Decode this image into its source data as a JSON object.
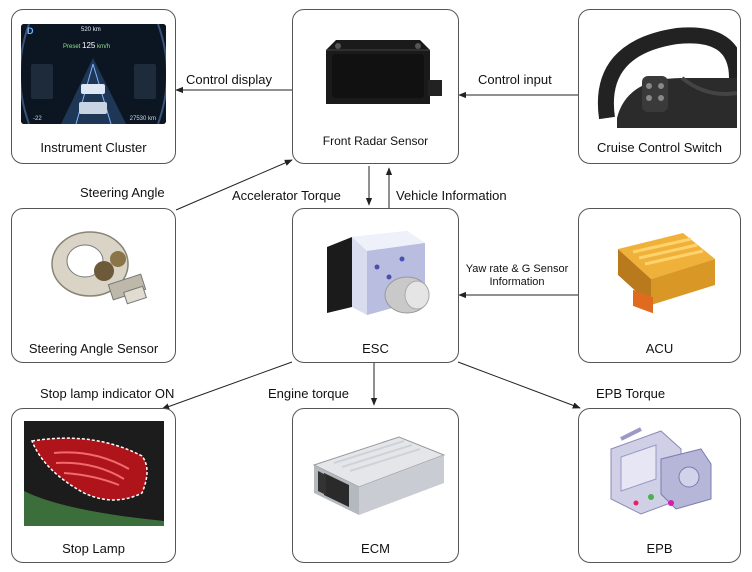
{
  "nodes": {
    "instrument_cluster": {
      "label": "Instrument Cluster"
    },
    "front_radar": {
      "label": "Front Radar Sensor"
    },
    "cruise_switch": {
      "label": "Cruise Control Switch"
    },
    "steering_sensor": {
      "label": "Steering Angle Sensor"
    },
    "esc": {
      "label": "ESC"
    },
    "acu": {
      "label": "ACU"
    },
    "stop_lamp": {
      "label": "Stop Lamp"
    },
    "ecm": {
      "label": "ECM"
    },
    "epb": {
      "label": "EPB"
    }
  },
  "edges": {
    "control_display": "Control display",
    "control_input": "Control input",
    "steering_angle": "Steering Angle",
    "accelerator_torque": "Accelerator Torque",
    "vehicle_information": "Vehicle Information",
    "yaw_rate": "Yaw rate & G Sensor Information",
    "stop_lamp_on": "Stop lamp indicator ON",
    "engine_torque": "Engine torque",
    "epb_torque": "EPB Torque"
  },
  "cluster_screen": {
    "gear": "D",
    "top_value": "520",
    "top_unit": "km",
    "speed_label": "Preset",
    "speed_value": "125",
    "speed_unit": "km/h",
    "bottom_left": "-22",
    "bottom_right": "27530",
    "bottom_right_unit": "km"
  }
}
